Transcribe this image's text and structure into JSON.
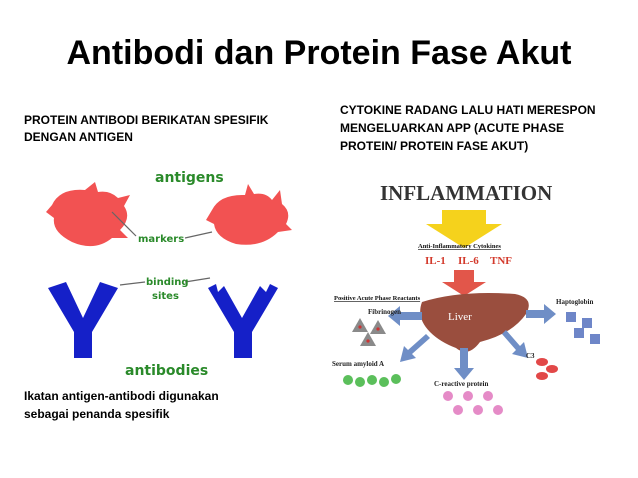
{
  "slide": {
    "title": "Antibodi dan Protein Fase Akut",
    "left_heading_line1": "PROTEIN ANTIBODI BERIKATAN SPESIFIK",
    "left_heading_line2": "DENGAN ANTIGEN",
    "right_heading_line1": "CYTOKINE RADANG LALU HATI MERESPON",
    "right_heading_line2": "MENGELUARKAN APP (ACUTE PHASE",
    "right_heading_line3": "PROTEIN/ PROTEIN FASE AKUT)",
    "left_footer_line1": "Ikatan antigen-antibodi digunakan",
    "left_footer_line2": "sebagai penanda spesifik"
  },
  "antibody_diagram": {
    "antigens_label": "antigens",
    "markers_label": "markers",
    "binding_label_1": "binding",
    "binding_label_2": "sites",
    "antibodies_label": "antibodies",
    "colors": {
      "antigen": "#f25252",
      "antibody": "#1520c8",
      "label": "#2a8a2a"
    }
  },
  "inflammation_diagram": {
    "title": "INFLAMMATION",
    "cytokines_heading": "Anti-Inflammatory Cytokines",
    "cytokines": [
      "IL-1",
      "IL-6",
      "TNF"
    ],
    "reactants_heading": "Positive Acute Phase Reactants",
    "liver_label": "Liver",
    "proteins": {
      "fibrinogen": "Fibrinogen",
      "serum_amyloid": "Serum amyloid A",
      "crp": "C-reactive protein",
      "c3": "C3",
      "haptoglobin": "Haptoglobin"
    },
    "colors": {
      "arrow_yellow": "#f5d21c",
      "arrow_red": "#e2564a",
      "liver": "#9a4e3e",
      "cytokine_text": "#d33a2c",
      "side_arrow": "#6f8ec6"
    }
  }
}
